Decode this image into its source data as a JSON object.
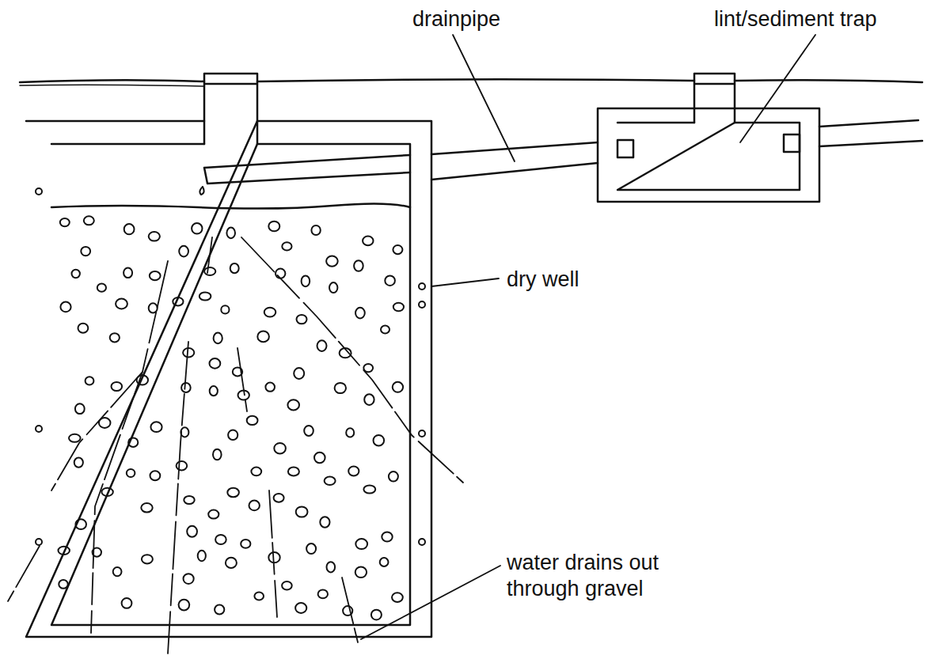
{
  "diagram": {
    "labels": [
      "drainpipe",
      "lint/sediment trap",
      "dry well",
      "water drains out through gravel"
    ]
  }
}
